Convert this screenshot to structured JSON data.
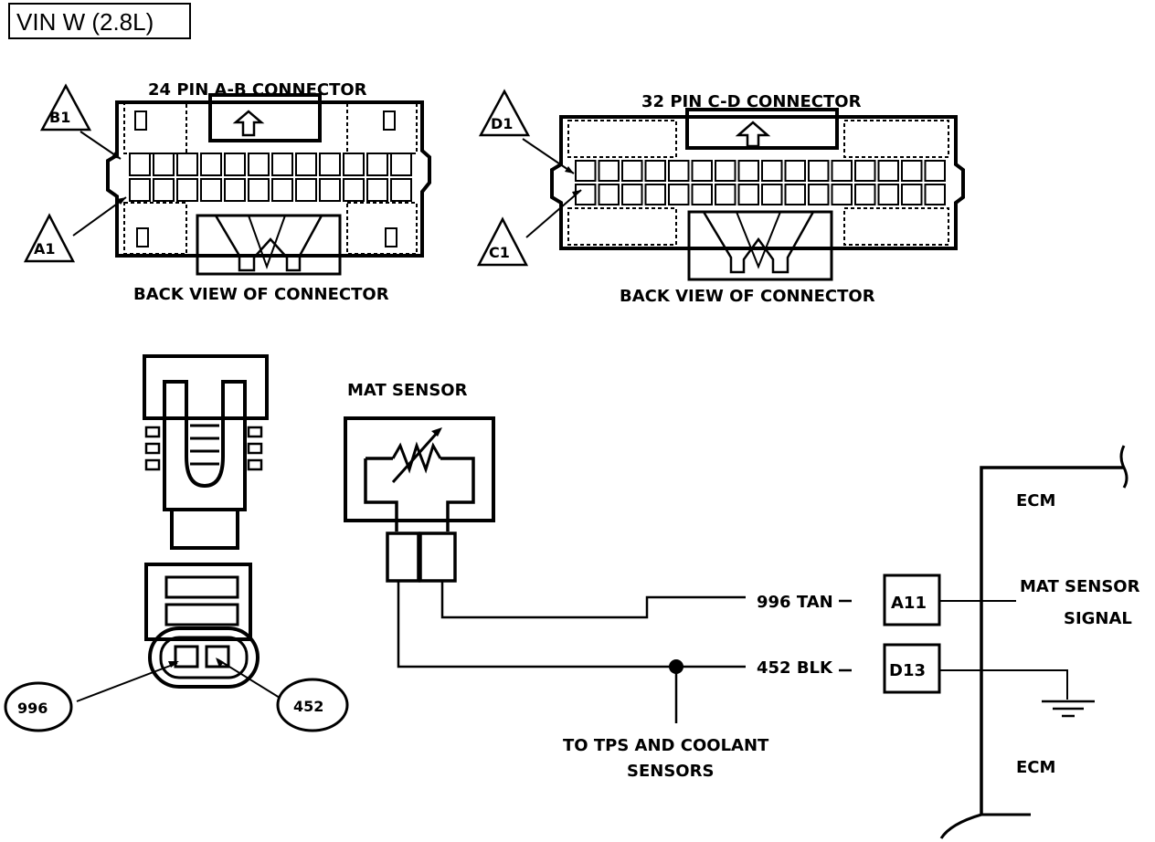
{
  "title": "VIN W (2.8L)",
  "connector_ab": {
    "title": "24 PIN A-B  CONNECTOR",
    "caption": "BACK VIEW OF CONNECTOR",
    "pin_top": "B1",
    "pin_bottom": "A1"
  },
  "connector_cd": {
    "title": "32 PIN C-D  CONNECTOR",
    "caption": "BACK VIEW OF CONNECTOR",
    "pin_top": "D1",
    "pin_bottom": "C1"
  },
  "mat_sensor": {
    "title": "MAT SENSOR"
  },
  "plug": {
    "circuit_left": "996",
    "circuit_right": "452"
  },
  "wires": {
    "tan": "996 TAN",
    "blk": "452 BLK",
    "branch_line1": "TO TPS AND COOLANT",
    "branch_line2": "SENSORS"
  },
  "ecm": {
    "label_top": "ECM",
    "label_bottom": "ECM",
    "pin_a11": "A11",
    "pin_d13": "D13",
    "signal_line1": "MAT SENSOR",
    "signal_line2": "SIGNAL"
  }
}
